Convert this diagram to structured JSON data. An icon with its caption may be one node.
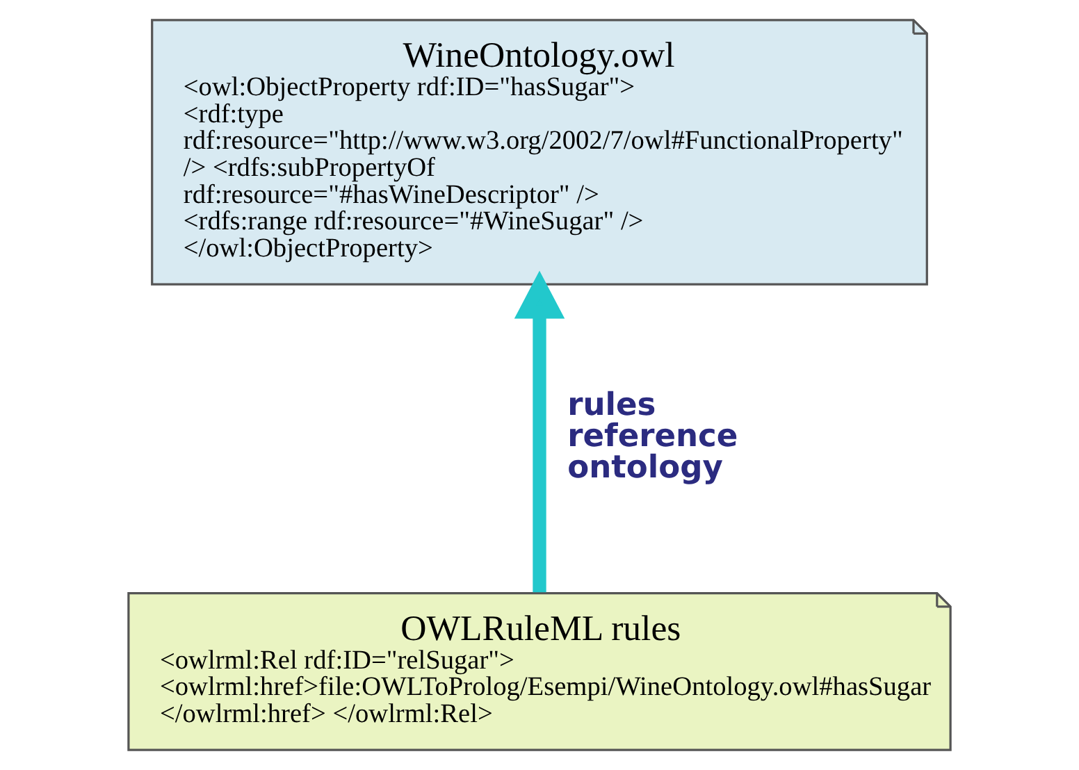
{
  "diagram": {
    "nodes": [
      {
        "text": [
          "WineOntology.owl",
          "<owl:ObjectProperty rdf:ID=\"hasSugar\"> <rdf:type rdf:resource=\"http://www.w3.org/2002/7/owl#FunctionalProperty\" /> <rdfs:subPropertyOf rdf:resource=\"#hasWineDescriptor\" /> <rdfs:range rdf:resource=\"#WineSugar\" /> </owl:ObjectProperty>"
        ]
      },
      {
        "text": [
          "OWLRuleML rules",
          "<owlrml:Rel rdf:ID=\"relSugar\"> <owlrml:href>file:OWLToProlog/Esempi/WineOntology.owl#hasSugar </owlrml:href> </owlrml:Rel>"
        ]
      }
    ],
    "edges": [
      {
        "from": 1,
        "to": 0,
        "arrow": "to",
        "label": "rules reference ontology",
        "color": "#22c8cc"
      }
    ]
  }
}
